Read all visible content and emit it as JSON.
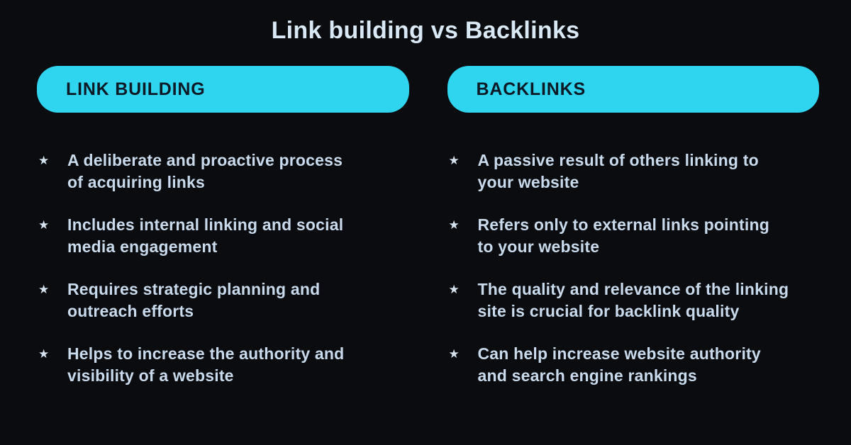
{
  "title": "Link building vs Backlinks",
  "bullet_icon": {
    "name": "star-icon",
    "glyph": "★"
  },
  "colors": {
    "background": "#0a0c0f",
    "accent_cyan": "#2fd4ef",
    "pill_text": "#0c1a26",
    "title_text": "#d9e8f5",
    "body_text": "#c8daeb"
  },
  "columns": [
    {
      "header": "LINK BUILDING",
      "items": [
        "A deliberate and proactive process\nof acquiring links",
        "Includes internal linking and social\nmedia engagement",
        "Requires strategic planning and\noutreach efforts",
        "Helps to increase the authority and\nvisibility of a website"
      ]
    },
    {
      "header": "BACKLINKS",
      "items": [
        "A passive result of others linking to\nyour website",
        "Refers only to external links pointing\nto your website",
        "The quality and relevance of the linking\nsite is crucial for backlink quality",
        "Can help increase website authority\nand search engine rankings"
      ]
    }
  ]
}
